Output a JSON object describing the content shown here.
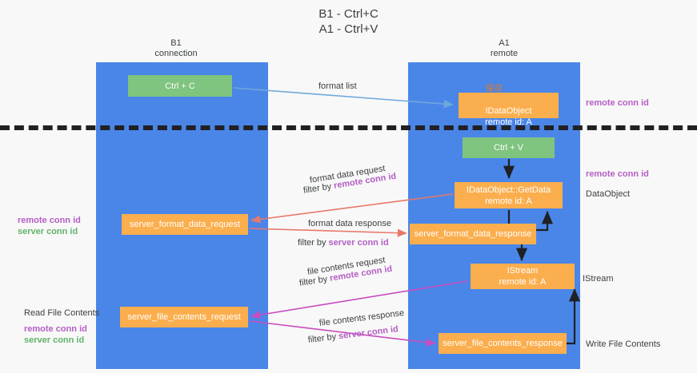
{
  "title": "B1 - Ctrl+C\nA1 - Ctrl+V",
  "lanes": [
    {
      "id": "b1",
      "header": "B1\nconnection"
    },
    {
      "id": "a1",
      "header": "A1\nremote"
    }
  ],
  "nodes": {
    "ctrl_c": "Ctrl + C",
    "idataobject_top_main": "IDataObject",
    "idataobject_top_ghost": "保存",
    "idataobject_top_sub": "remote id: A",
    "ctrl_v": "Ctrl + V",
    "getdata_main": "IDataObject::GetData",
    "getdata_sub": "remote id: A",
    "server_format_data_request": "server_format_data_request",
    "server_format_data_response": "server_format_data_response",
    "istream_main": "IStream",
    "istream_sub": "remote id: A",
    "server_file_contents_request": "server_file_contents_request",
    "server_file_contents_response": "server_file_contents_response"
  },
  "edge_labels": {
    "format_list": "format list",
    "format_data_request": "format data request",
    "format_data_request_filter_prefix": "filter by ",
    "format_data_request_filter_key": "remote conn id",
    "format_data_response": "format data response",
    "format_data_response_filter_prefix": "filter by ",
    "format_data_response_filter_key": "server conn id",
    "file_contents_request": "file contents request",
    "file_contents_request_filter_prefix": "filter by ",
    "file_contents_request_filter_key": "remote conn id",
    "file_contents_response": "file contents response",
    "file_contents_response_filter_prefix": "filter by ",
    "file_contents_response_filter_key": "server conn id"
  },
  "annotations": {
    "right_remote_conn_id_1": "remote conn id",
    "right_remote_conn_id_2": "remote conn id",
    "right_dataobject": "DataObject",
    "right_istream": "IStream",
    "right_write_file_contents": "Write File Contents",
    "left_remote_conn_id": "remote conn id",
    "left_server_conn_id": "server conn id",
    "left_read_file_contents": "Read File Contents",
    "left_remote_conn_id_2": "remote conn id",
    "left_server_conn_id_2": "server conn id"
  },
  "colors": {
    "lane": "#4a86e8",
    "green_node": "#7fc47f",
    "orange_node": "#fbae4d",
    "purple_text": "#b45fc4",
    "green_text": "#62b36a",
    "arrow_blue": "#6fa8dc",
    "arrow_red": "#e8786a",
    "arrow_magenta": "#c94bbf",
    "arrow_black": "#202124",
    "background": "#f8f8f8"
  }
}
